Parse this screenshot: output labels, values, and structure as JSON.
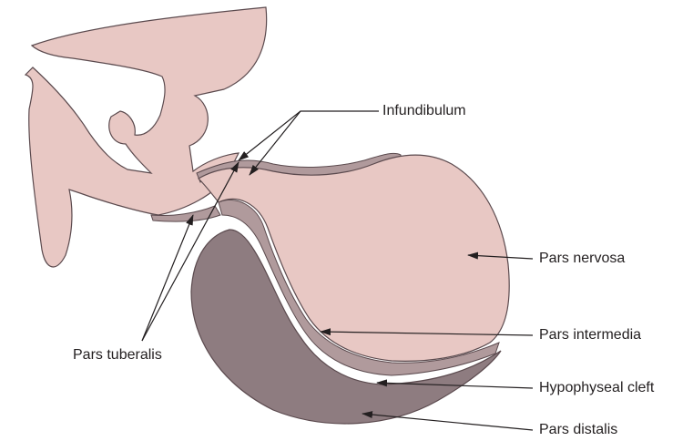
{
  "labels": {
    "infundibulum": "Infundibulum",
    "pars_nervosa": "Pars nervosa",
    "pars_intermedia": "Pars intermedia",
    "hypophyseal_cleft": "Hypophyseal cleft",
    "pars_distalis": "Pars distalis",
    "pars_tuberalis": "Pars tuberalis"
  },
  "colors": {
    "hypothalamus_tissue": "#e8c8c4",
    "pars_nervosa": "#e8c8c4",
    "pars_intermedia": "#b09a9c",
    "pars_distalis": "#8e7c80",
    "pars_tuberalis": "#b09a9c",
    "outline": "#5b4a4e",
    "leader_line": "#231f20"
  }
}
